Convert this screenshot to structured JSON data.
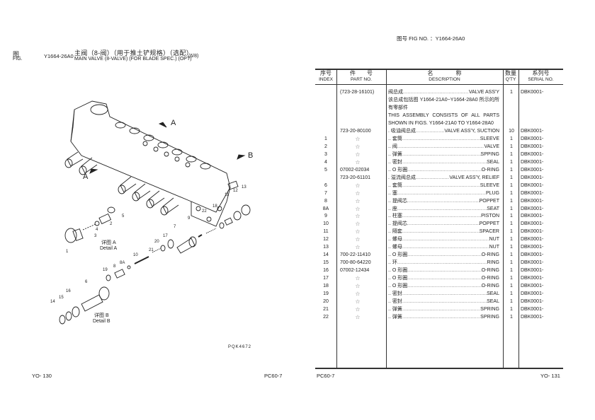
{
  "left_page": {
    "fig_label_cn": "图",
    "fig_label_en": "FIG.",
    "fig_no": "Y1664-26A0",
    "title_cn": "主阀（8-阀）（用于推土铲规格）（选配）",
    "title_en": "MAIN VALVE (8-VALVE) (FOR BLADE SPEC.) (OPT)",
    "sheet": "(6/8)",
    "diagram": {
      "arrow_labels": [
        "A",
        "A",
        "B"
      ],
      "callouts": [
        "1",
        "2",
        "3",
        "4",
        "5",
        "6",
        "7",
        "8",
        "8A",
        "9",
        "10",
        "11",
        "12",
        "13",
        "14",
        "15",
        "16",
        "17",
        "18",
        "19",
        "20",
        "21",
        "22"
      ],
      "detail_a_cn": "详图 A",
      "detail_a_en": "Detail A",
      "detail_b_cn": "详图 B",
      "detail_b_en": "Detail B",
      "drawing_code": "PQK4672"
    },
    "footer_left": "YO- 130",
    "footer_right": "PC60-7"
  },
  "right_page": {
    "fig_no_label": "图号 FIG NO.  ：Y1664-26A0",
    "headers": {
      "index_cn": "序号",
      "index_en": "INDEX",
      "part_cn": "件　　号",
      "part_en": "PART NO.",
      "desc_cn": "名　　　　称",
      "desc_en": "DESCRIPTION",
      "qty_cn": "数量",
      "qty_en": "Q'TY",
      "serial_cn": "系列号",
      "serial_en": "SERIAL NO."
    },
    "assembly": {
      "part": "(723-28-16101)",
      "desc_cn": "阀总成",
      "desc_en": "VALVE ASS'Y",
      "qty": "1",
      "serial": "DBK0001-",
      "note_cn": "该总成包括图 Y1664-21A0~Y1664-28A0 所示的所有零部件",
      "note_en": "THIS ASSEMBLY CONSISTS OF ALL PARTS SHOWN IN FIGS. Y1664-21A0 TO Y1664-28A0"
    },
    "rows": [
      {
        "index": "",
        "part": "723-20-80100",
        "desc_cn": ". 吸油阀总成",
        "desc_en": "VALVE ASS'Y, SUCTION",
        "qty": "10",
        "serial": "DBK0001-"
      },
      {
        "index": "1",
        "part": "☆",
        "desc_cn": ".. 套筒",
        "desc_en": "SLEEVE",
        "qty": "1",
        "serial": "DBK0001-"
      },
      {
        "index": "2",
        "part": "☆",
        "desc_cn": ".. 阀",
        "desc_en": "VALVE",
        "qty": "1",
        "serial": "DBK0001-"
      },
      {
        "index": "3",
        "part": "☆",
        "desc_cn": ".. 弹簧",
        "desc_en": "SPPING",
        "qty": "1",
        "serial": "DBK0001-"
      },
      {
        "index": "4",
        "part": "☆",
        "desc_cn": ".. 密封",
        "desc_en": "SEAL",
        "qty": "1",
        "serial": "DBK0001-"
      },
      {
        "index": "5",
        "part": "07002-02034",
        "desc_cn": ".. O 形圈",
        "desc_en": "O-RING",
        "qty": "1",
        "serial": "DBK0001-"
      },
      {
        "index": "",
        "part": "723-20-61101",
        "desc_cn": ". 溢流阀总成",
        "desc_en": "VALVE ASS'Y, RELIEF",
        "qty": "1",
        "serial": "DBK0001-"
      },
      {
        "index": "6",
        "part": "☆",
        "desc_cn": ".. 套筒",
        "desc_en": "SLEEVE",
        "qty": "1",
        "serial": "DBK0001-"
      },
      {
        "index": "7",
        "part": "☆",
        "desc_cn": ".. 塞",
        "desc_en": "PLUG",
        "qty": "1",
        "serial": "DBK0001-"
      },
      {
        "index": "8",
        "part": "☆",
        "desc_cn": ".. 提阀芯",
        "desc_en": "POPPET",
        "qty": "1",
        "serial": "DBK0001-"
      },
      {
        "index": "8A",
        "part": "☆",
        "desc_cn": ".. 座",
        "desc_en": "SEAT",
        "qty": "1",
        "serial": "DBK0001-"
      },
      {
        "index": "9",
        "part": "☆",
        "desc_cn": ".. 柱塞",
        "desc_en": "PISTON",
        "qty": "1",
        "serial": "DBK0001-"
      },
      {
        "index": "10",
        "part": "☆",
        "desc_cn": ".. 提阀芯",
        "desc_en": "POPPET",
        "qty": "1",
        "serial": "DBK0001-"
      },
      {
        "index": "11",
        "part": "☆",
        "desc_cn": ".. 隔套",
        "desc_en": "SPACER",
        "qty": "1",
        "serial": "DBK0001-"
      },
      {
        "index": "12",
        "part": "☆",
        "desc_cn": ".. 螺母",
        "desc_en": "NUT",
        "qty": "1",
        "serial": "DBK0001-"
      },
      {
        "index": "13",
        "part": "☆",
        "desc_cn": ".. 螺母",
        "desc_en": "NUT",
        "qty": "1",
        "serial": "DBK0001-"
      },
      {
        "index": "14",
        "part": "700-22-11410",
        "desc_cn": ".. O 形圈",
        "desc_en": "O-RING",
        "qty": "1",
        "serial": "DBK0001-"
      },
      {
        "index": "15",
        "part": "700-80-64220",
        "desc_cn": ".. 环",
        "desc_en": "RING",
        "qty": "1",
        "serial": "DBK0001-"
      },
      {
        "index": "16",
        "part": "07002-12434",
        "desc_cn": ".. O 形圈",
        "desc_en": "O-RING",
        "qty": "1",
        "serial": "DBK0001-"
      },
      {
        "index": "17",
        "part": "☆",
        "desc_cn": ".. O 形圈",
        "desc_en": "O-RING",
        "qty": "1",
        "serial": "DBK0001-"
      },
      {
        "index": "18",
        "part": "☆",
        "desc_cn": ".. O 形圈",
        "desc_en": "O-RING",
        "qty": "1",
        "serial": "DBK0001-"
      },
      {
        "index": "19",
        "part": "☆",
        "desc_cn": ".. 密封",
        "desc_en": "SEAL",
        "qty": "1",
        "serial": "DBK0001-"
      },
      {
        "index": "20",
        "part": "☆",
        "desc_cn": ".. 密封",
        "desc_en": "SEAL",
        "qty": "1",
        "serial": "DBK0001-"
      },
      {
        "index": "21",
        "part": "☆",
        "desc_cn": ".. 弹簧",
        "desc_en": "SPRING",
        "qty": "1",
        "serial": "DBK0001-"
      },
      {
        "index": "22",
        "part": "☆",
        "desc_cn": ".. 弹簧",
        "desc_en": "SPRING",
        "qty": "1",
        "serial": "DBK0001-"
      }
    ],
    "footer_left": "PC60-7",
    "footer_right": "YO- 131"
  }
}
